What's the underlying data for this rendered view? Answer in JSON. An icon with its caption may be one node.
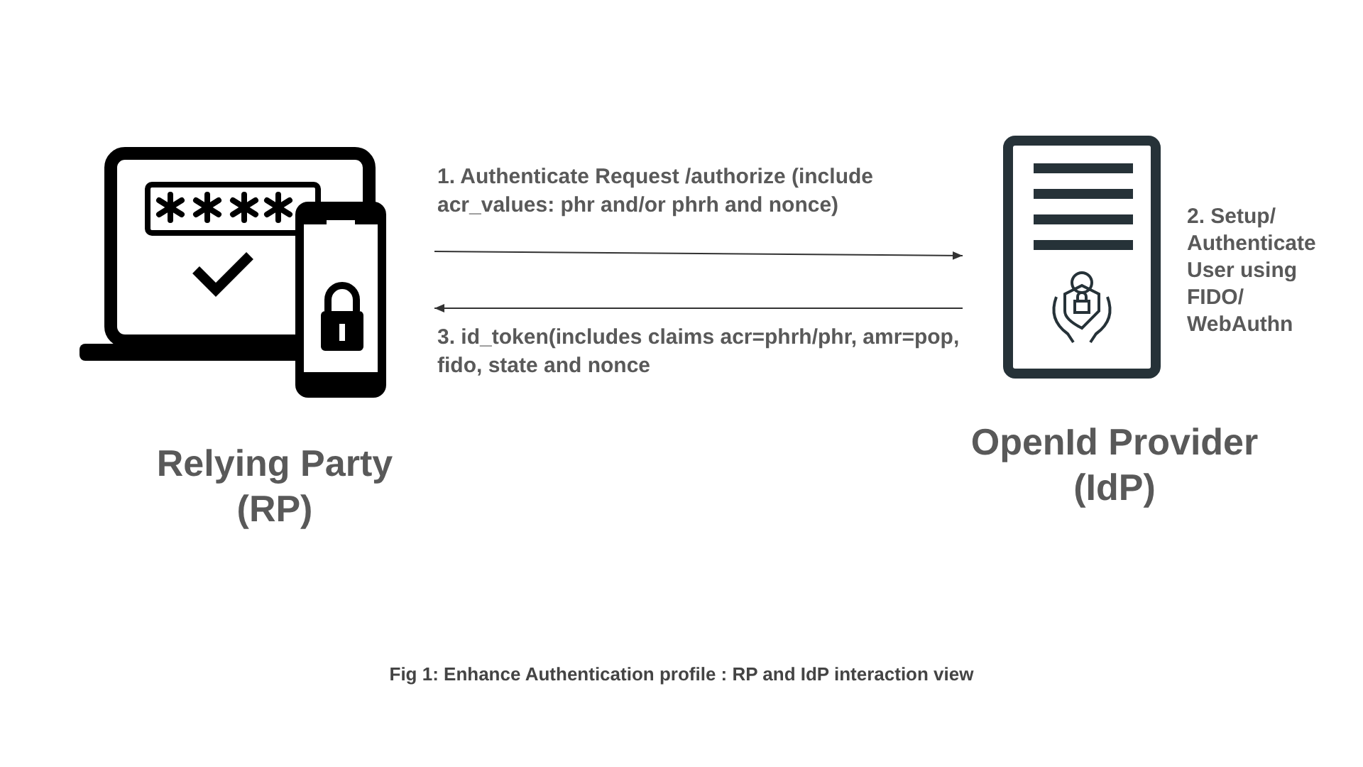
{
  "diagram": {
    "caption": "Fig 1: Enhance Authentication profile : RP and IdP interaction view",
    "nodes": [
      {
        "text": [
          "Relying Party (RP)"
        ]
      },
      {
        "text": [
          "OpenId Provider (IdP)"
        ],
        "beside": [
          "2. Setup/ Authenticate User using FIDO/ WebAuthn"
        ]
      }
    ],
    "edges": [
      {
        "from": 0,
        "to": 1,
        "arrow": "to",
        "label": "1. Authenticate Request /authorize (include acr_values: phr and/or phrh and nonce)"
      },
      {
        "from": 1,
        "to": 0,
        "arrow": "to",
        "label": "3. id_token(includes claims acr=phrh/phr, amr=pop, fido, state and nonce"
      }
    ]
  }
}
